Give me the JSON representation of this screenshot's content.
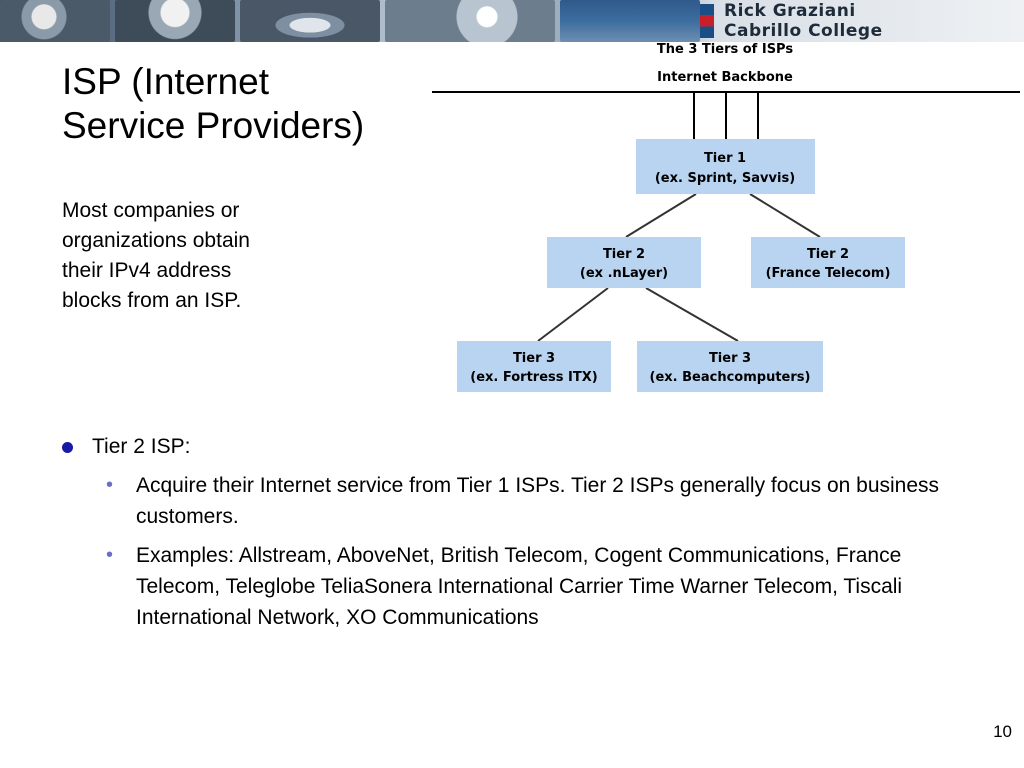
{
  "banner": {
    "line1": "Rick Graziani",
    "line2": "Cabrillo College"
  },
  "title": {
    "line1": "ISP (Internet",
    "line2": "Service Providers)"
  },
  "side_text": {
    "line1": "Most companies or",
    "line2": "organizations obtain",
    "line3": "their IPv4 address",
    "line4": "blocks from an ISP."
  },
  "diagram": {
    "caption": "The 3 Tiers of ISPs",
    "backbone": "Internet Backbone",
    "box_color": "#b9d4f1",
    "tier1": {
      "name": "Tier 1",
      "example": "(ex. Sprint, Savvis)"
    },
    "tier2a": {
      "name": "Tier 2",
      "example": "(ex .nLayer)"
    },
    "tier2b": {
      "name": "Tier 2",
      "example": "(France Telecom)"
    },
    "tier3a": {
      "name": "Tier 3",
      "example": "(ex. Fortress ITX)"
    },
    "tier3b": {
      "name": "Tier 3",
      "example": "(ex. Beachcomputers)"
    }
  },
  "bullets": {
    "main": "Tier 2 ISP:",
    "sub": [
      "Acquire their Internet service from Tier 1 ISPs. Tier 2 ISPs generally focus on business customers.",
      "Examples: Allstream, AboveNet, British Telecom, Cogent Communications, France Telecom, Teleglobe TeliaSonera International Carrier Time Warner Telecom, Tiscali International Network, XO Communications"
    ],
    "bullet_color": "#1a1aa6",
    "sub_marker": "•"
  },
  "page_number": "10"
}
